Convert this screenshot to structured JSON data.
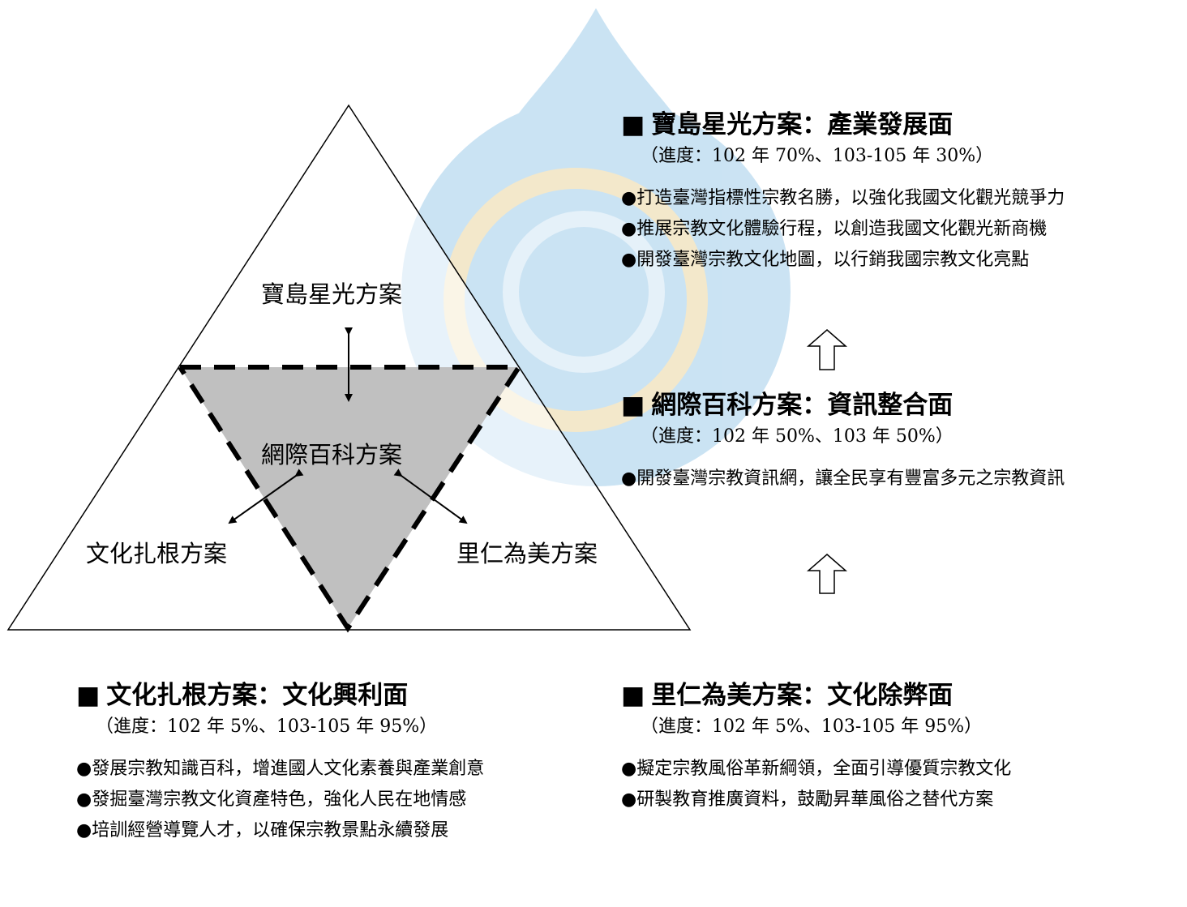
{
  "diagram": {
    "top_label": "寶島星光方案",
    "center_label": "網際百科方案",
    "left_label": "文化扎根方案",
    "right_label": "里仁為美方案"
  },
  "sections": {
    "treasure": {
      "marker": "■",
      "heading": "寶島星光方案：產業發展面",
      "progress": "（進度：102 年 70%、103-105 年 30%）",
      "bullets": [
        "打造臺灣指標性宗教名勝，以強化我國文化觀光競爭力",
        "推展宗教文化體驗行程，以創造我國文化觀光新商機",
        "開發臺灣宗教文化地圖，以行銷我國宗教文化亮點"
      ]
    },
    "wiki": {
      "marker": "■",
      "heading": "網際百科方案：資訊整合面",
      "progress": "（進度：102 年 50%、103 年 50%）",
      "bullets": [
        "開發臺灣宗教資訊網，讓全民享有豐富多元之宗教資訊"
      ]
    },
    "culture": {
      "marker": "■",
      "heading": "文化扎根方案：文化興利面",
      "progress": "（進度：102 年 5%、103-105 年 95%）",
      "bullets": [
        "發展宗教知識百科，增進國人文化素養與產業創意",
        "發掘臺灣宗教文化資產特色，強化人民在地情感",
        "培訓經營導覽人才，以確保宗教景點永續發展"
      ]
    },
    "virtue": {
      "marker": "■",
      "heading": "里仁為美方案：文化除弊面",
      "progress": "（進度：102 年 5%、103-105 年 95%）",
      "bullets": [
        "擬定宗教風俗革新綱領，全面引導優質宗教文化",
        "研製教育推廣資料，鼓勵昇華風俗之替代方案"
      ]
    }
  },
  "colors": {
    "inner_fill": "#c0c0c0",
    "watermark": "#c5e0f2",
    "watermark_gold": "#f2e6c6"
  }
}
